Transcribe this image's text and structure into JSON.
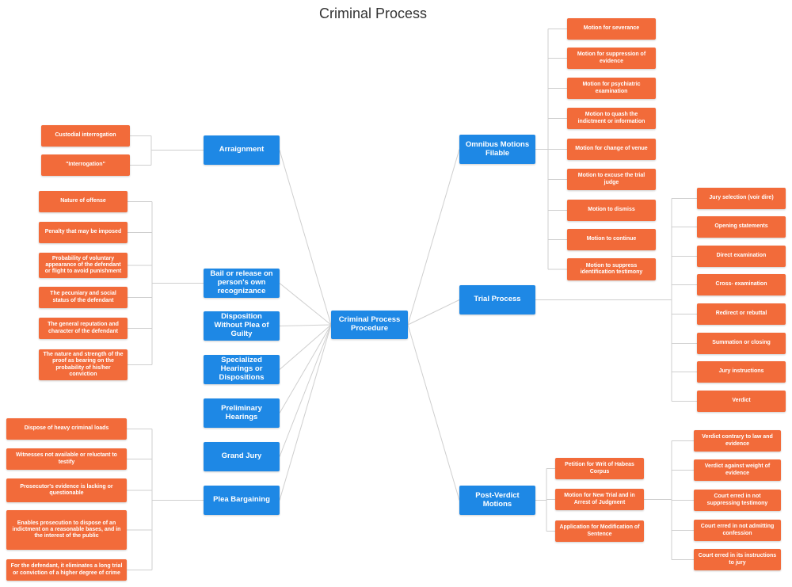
{
  "title": "Criminal Process",
  "colors": {
    "main": "#1e88e5",
    "leaf": "#f26b3a",
    "link": "#cfcfcf"
  },
  "center": "Criminal Process Procedure",
  "branches": {
    "arraignment": {
      "label": "Arraignment",
      "children": [
        "Custodial interrogation",
        "\"Interrogation\""
      ]
    },
    "bail": {
      "label": "Bail or release on person's own recognizance",
      "children": [
        "Nature of offense",
        "Penalty that may be imposed",
        "Probability of voluntary appearance of the defendant or flight to avoid punishment",
        "The pecuniary and social status of the defendant",
        "The general reputation and character of the defendant",
        "The nature and strength of the proof as bearing on the probability of his/her conviction"
      ]
    },
    "disposition": {
      "label": "Disposition Without Plea of Guilty"
    },
    "specialized": {
      "label": "Specialized Hearings or Dispositions"
    },
    "preliminary": {
      "label": "Preliminary Hearings"
    },
    "grand_jury": {
      "label": "Grand Jury"
    },
    "plea": {
      "label": "Plea Bargaining",
      "children": [
        "Dispose of heavy criminal loads",
        "Witnesses not available or reluctant to testify",
        "Prosecutor's evidence is lacking or questionable",
        "Enables prosecution to dispose of an indictment on a reasonable bases, and in the interest of  the public",
        "For the defendant, it eliminates a long trial or conviction of a higher degree of crime"
      ]
    },
    "omnibus": {
      "label": "Omnibus Motions Filable",
      "children": [
        "Motion for severance",
        "Motion for suppression of evidence",
        "Motion for psychiatric examination",
        "Motion to quash the indictment or information",
        "Motion for change of venue",
        "Motion to excuse the trial judge",
        "Motion to dismiss",
        "Motion to continue",
        "Motion to suppress identification testimony"
      ]
    },
    "trial": {
      "label": "Trial Process",
      "children": [
        "Jury selection (voir dire)",
        "Opening statements",
        "Direct examination",
        "Cross- examination",
        "Redirect or rebuttal",
        "Summation or closing",
        "Jury instructions",
        "Verdict"
      ]
    },
    "post": {
      "label": "Post-Verdict Motions",
      "children": [
        "Petition for Writ of Habeas Corpus",
        "Motion for New Trial and in Arrest of Judgment",
        "Application for Modification of Sentence"
      ]
    },
    "new_trial": {
      "children": [
        "Verdict contrary to law and evidence",
        "Verdict against weight of evidence",
        "Court erred in not suppressing testimony",
        "Court erred in not admitting confession",
        "Court erred in its instructions to jury"
      ]
    }
  }
}
